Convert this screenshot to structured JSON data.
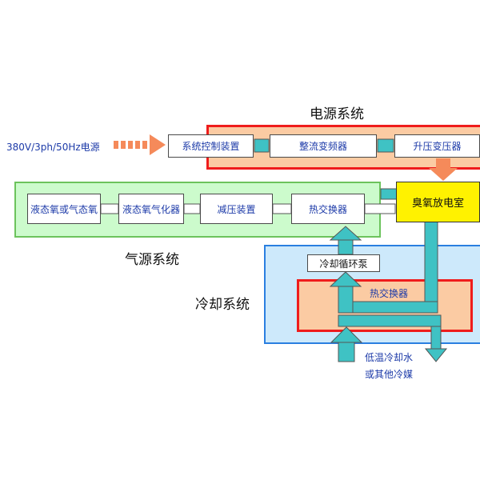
{
  "power_system": {
    "title": "电源系统",
    "input_label": "380V/3ph/50Hz电源",
    "boxes": [
      "系统控制装置",
      "整流变频器",
      "升压变压器"
    ]
  },
  "ozone_chamber": {
    "label": "臭氧放电室"
  },
  "gas_system": {
    "title": "气源系统",
    "boxes": [
      "液态氧或气态氧",
      "液态氧气化器",
      "减压装置",
      "热交换器"
    ]
  },
  "cooling_system": {
    "title": "冷却系统",
    "pump_label": "冷却循环泵",
    "exchanger_label": "热交换器",
    "coolant_line1": "低温冷却水",
    "coolant_line2": "或其他冷媒"
  },
  "colors": {
    "power_fill": "#fbcba3",
    "power_border": "#ef1c1c",
    "gas_fill": "#ccfbcc",
    "gas_border": "#6cc35c",
    "cooling_fill": "#cde9fb",
    "cooling_border": "#2a7fe0",
    "chamber_fill": "#fff200",
    "pipe": "#3fc2c4",
    "arrow_orange": "#f58a5a"
  }
}
